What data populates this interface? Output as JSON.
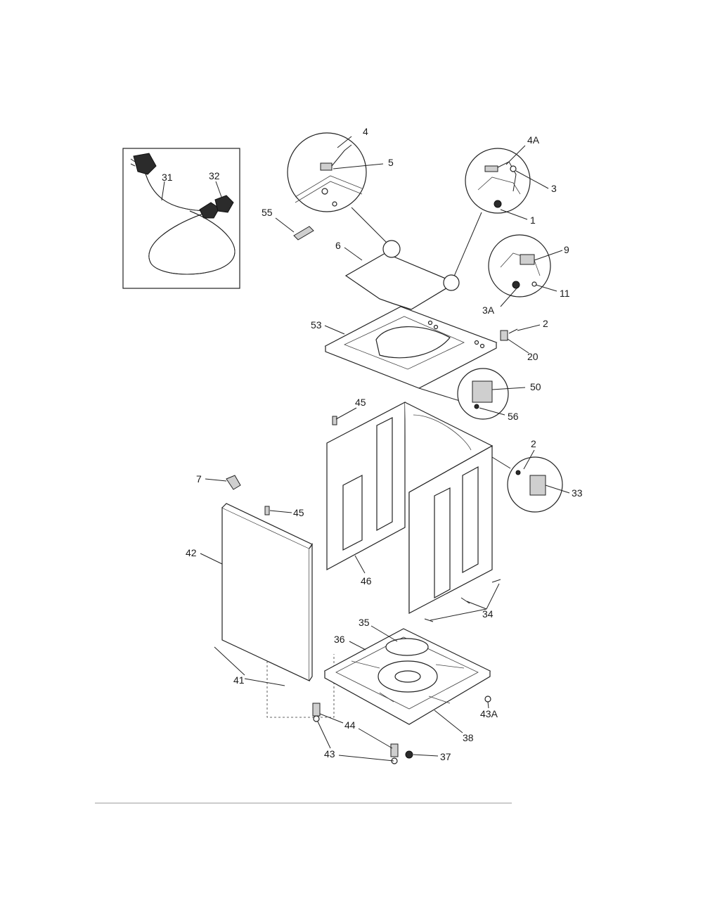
{
  "diagram": {
    "labels": {
      "p1": "1",
      "p2a": "2",
      "p2b": "2",
      "p3": "3",
      "p3A": "3A",
      "p4": "4",
      "p4A": "4A",
      "p5": "5",
      "p6": "6",
      "p7": "7",
      "p9": "9",
      "p11": "11",
      "p20": "20",
      "p31": "31",
      "p32": "32",
      "p33": "33",
      "p34": "34",
      "p35": "35",
      "p36": "36",
      "p37": "37",
      "p38": "38",
      "p41": "41",
      "p42": "42",
      "p43": "43",
      "p43A": "43A",
      "p44": "44",
      "p45a": "45",
      "p45b": "45",
      "p46": "46",
      "p50": "50",
      "p53": "53",
      "p55": "55",
      "p56": "56"
    }
  }
}
